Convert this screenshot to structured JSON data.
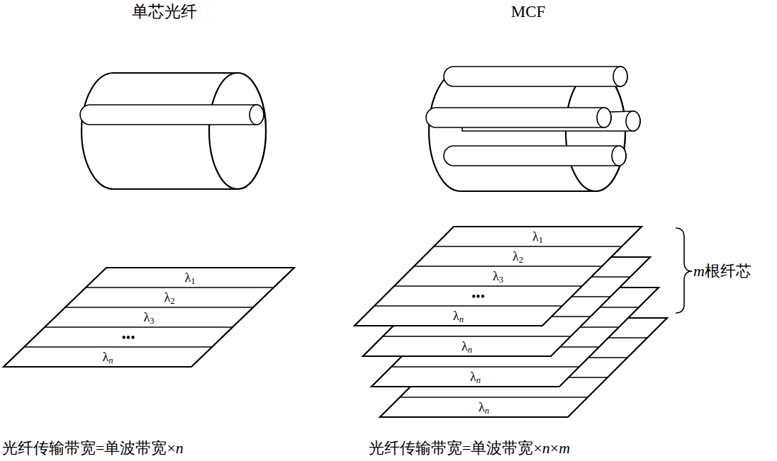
{
  "diagram": {
    "nodes": [
      {
        "text": [
          "λ1",
          "λ2",
          "λ3",
          "•••",
          "λn"
        ]
      },
      {
        "text": [
          "λ1",
          "λ2",
          "λ3",
          "•••",
          "λn"
        ]
      },
      {
        "text": [
          "λn"
        ]
      },
      {
        "text": [
          "λn"
        ]
      },
      {
        "text": [
          "λn"
        ]
      }
    ],
    "labels": [
      "单芯光纤",
      "MCF",
      "m根纤芯",
      "光纤传输带宽=单波带宽×n",
      "光纤传输带宽=单波带宽×n×m"
    ]
  }
}
